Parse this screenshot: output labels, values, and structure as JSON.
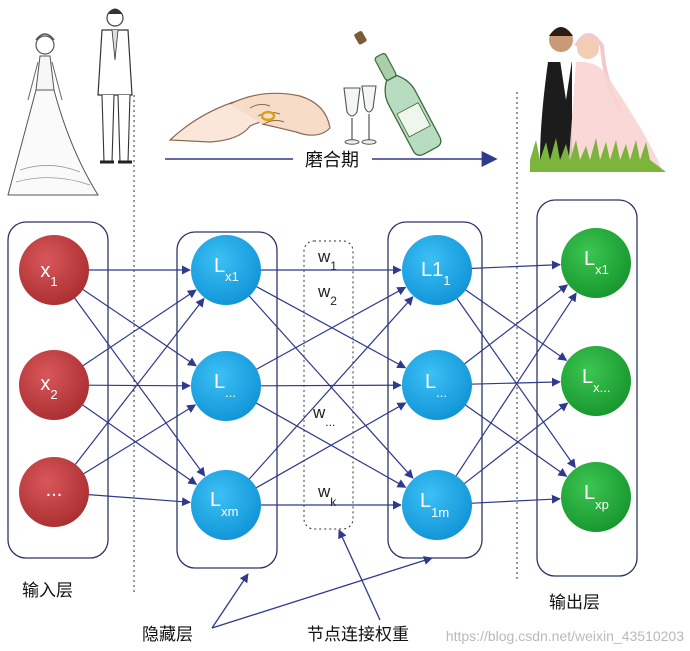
{
  "labels": {
    "input_layer": "输入层",
    "hidden_layer": "隐藏层",
    "weights": "节点连接权重",
    "output_layer": "输出层",
    "run_in": "磨合期"
  },
  "watermark": "https://blog.csdn.net/weixin_43510203",
  "colors": {
    "input_node": "#c0393b",
    "hidden_node": "#1ea7e8",
    "output_node": "#22a83a",
    "arrow": "#2e3a8c",
    "box": "#2b3566"
  },
  "input_nodes": [
    {
      "main": "x",
      "sub": "1"
    },
    {
      "main": "x",
      "sub": "2"
    },
    {
      "main": "...",
      "sub": ""
    }
  ],
  "hidden1_nodes": [
    {
      "main": "L",
      "sub": "x1"
    },
    {
      "main": "L",
      "sub": "..."
    },
    {
      "main": "L",
      "sub": "xm"
    }
  ],
  "hidden2_nodes": [
    {
      "main": "L1",
      "sub": "1"
    },
    {
      "main": "L",
      "sub": "..."
    },
    {
      "main": "L",
      "sub": "1m"
    }
  ],
  "output_nodes": [
    {
      "main": "L",
      "sub": "x1"
    },
    {
      "main": "L",
      "sub": "x..."
    },
    {
      "main": "L",
      "sub": "xp"
    }
  ],
  "weight_labels": [
    {
      "main": "w",
      "sub": "1"
    },
    {
      "main": "w",
      "sub": "2"
    },
    {
      "main": "w",
      "sub": "..."
    },
    {
      "main": "w",
      "sub": "k"
    }
  ],
  "illustrations": {
    "bride-groom": "bride-groom-icon",
    "rings": "ring-hands-icon",
    "champagne": "champagne-icon",
    "couple": "wedding-couple-icon"
  }
}
